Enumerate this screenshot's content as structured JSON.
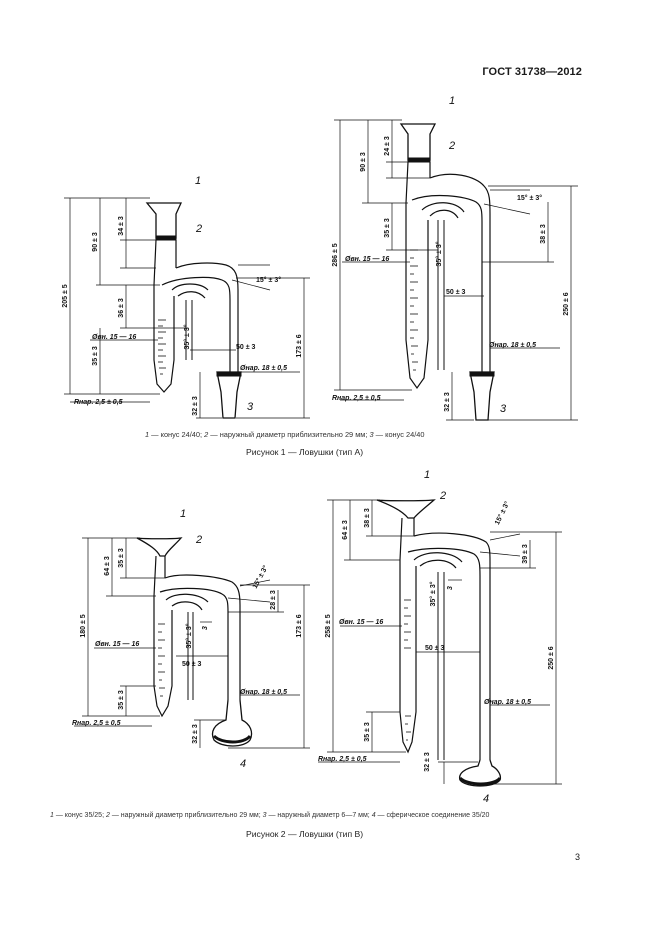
{
  "header": {
    "standard": "ГОСТ 31738—2012"
  },
  "page_number": "3",
  "figure1": {
    "caption": "Рисунок 1 — Ловушки (тип А)",
    "legend": [
      {
        "num": "1",
        "text": " — конус 24/40; "
      },
      {
        "num": "2",
        "text": " — наружный диаметр приблизительно 29 мм; "
      },
      {
        "num": "3",
        "text": " — конус 24/40"
      }
    ],
    "left": {
      "dims": [
        "205 ± 5",
        "90 ± 3",
        "34 ± 3",
        "36 ± 3",
        "35 ± 3",
        "15° ± 3°",
        "35° ± 3°",
        "50 ± 3",
        "173 ± 6",
        "Øнар. 18 ± 0,5",
        "Øвн. 15 — 16",
        "Rнар. 2,5 ± 0,5",
        "32 ± 3"
      ],
      "labels": [
        "1",
        "2",
        "3"
      ]
    },
    "right": {
      "dims": [
        "286 ± 5",
        "90 ± 3",
        "24 ± 3",
        "35 ± 3",
        "15° ± 3°",
        "35° ± 3°",
        "38 ± 3",
        "50 ± 3",
        "250 ± 6",
        "Øнар. 18 ± 0,5",
        "Øвн. 15 — 16",
        "Rнар. 2,5 ± 0,5",
        "32 ± 3"
      ],
      "labels": [
        "1",
        "2",
        "3"
      ]
    }
  },
  "figure2": {
    "caption": "Рисунок 2 — Ловушки (тип В)",
    "legend": [
      {
        "num": "1",
        "text": " — конус 35/25; "
      },
      {
        "num": "2",
        "text": " — наружный диаметр приблизительно 29 мм; "
      },
      {
        "num": "3",
        "text": " — наружный диаметр 6—7 мм; "
      },
      {
        "num": "4",
        "text": " — сферическое соединение 35/20"
      }
    ],
    "left": {
      "dims": [
        "180 ± 5",
        "64 ± 3",
        "35 ± 3",
        "15° ± 3°",
        "28 ± 3",
        "35° ± 3°",
        "50 ± 3",
        "173 ± 6",
        "Øнар. 18 ± 0,5",
        "Øвн. 15 — 16",
        "Rнар. 2,5 ± 0,5",
        "35 ± 3",
        "32 ± 3",
        "3"
      ],
      "labels": [
        "1",
        "2",
        "4"
      ]
    },
    "right": {
      "dims": [
        "258 ± 5",
        "64 ± 3",
        "38 ± 3",
        "15° ± 3°",
        "39 ± 3",
        "35° ± 3°",
        "50 ± 3",
        "250 ± 6",
        "Øнар. 18 ± 0,5",
        "Øвн. 15 — 16",
        "Rнар. 2,5 ± 0,5",
        "35 ± 3",
        "32 ± 3",
        "3"
      ],
      "labels": [
        "1",
        "2",
        "4"
      ]
    }
  }
}
